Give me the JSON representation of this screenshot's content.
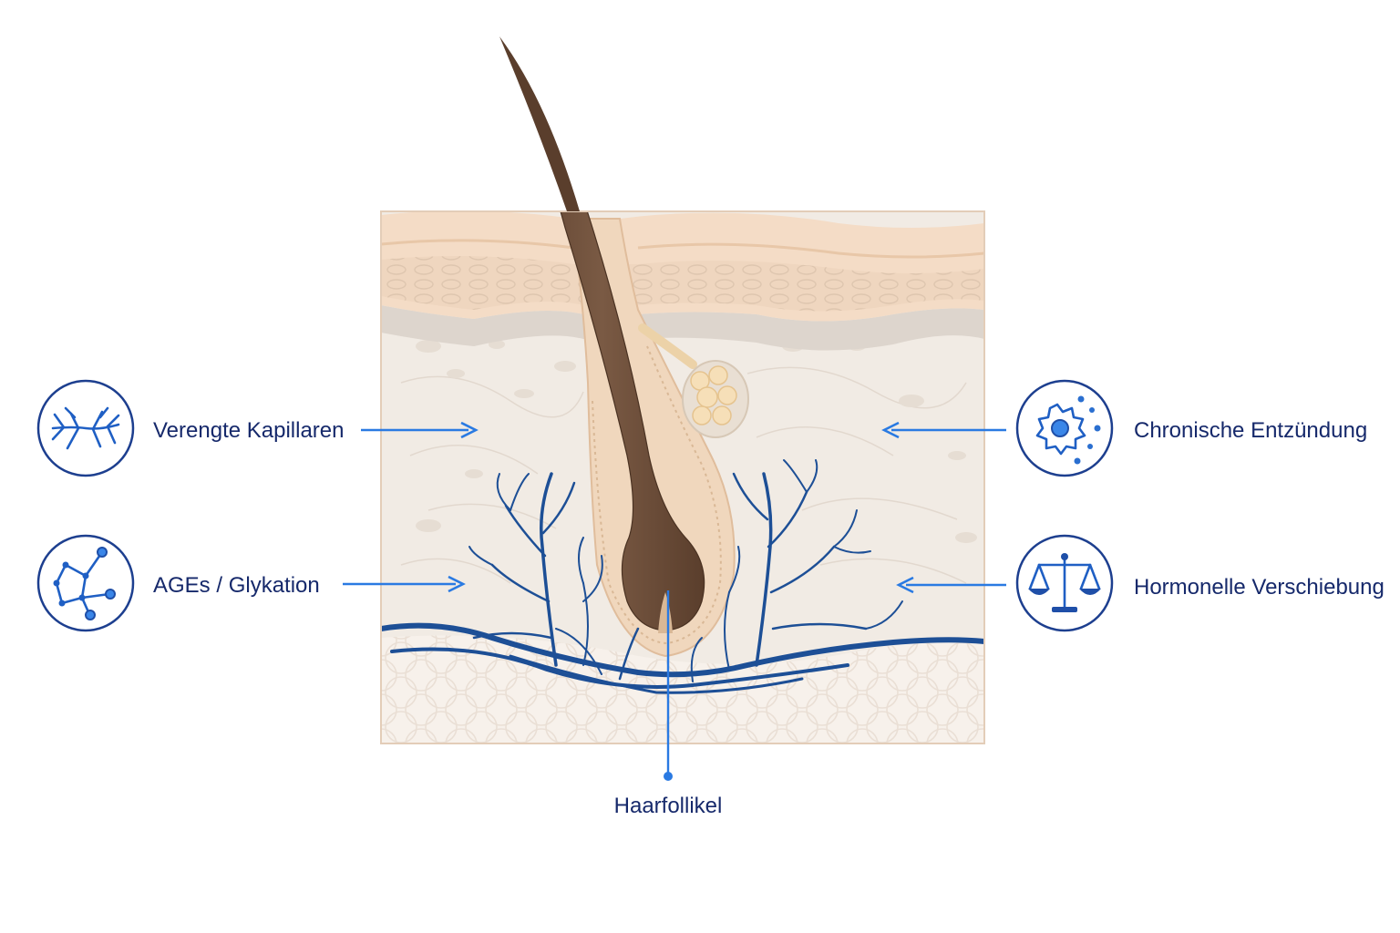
{
  "labels": {
    "capillaries": "Verengte Kapillaren",
    "ages": "AGEs / Glykation",
    "inflammation": "Chronische Entzündung",
    "hormonal": "Hormonelle Verschiebung",
    "follicle": "Haarfollikel"
  },
  "icons": {
    "capillaries": "capillary-network-icon",
    "ages": "molecule-icon",
    "inflammation": "inflamed-cell-icon",
    "hormonal": "balance-scale-icon"
  },
  "colors": {
    "label_text": "#16296b",
    "arrow": "#2a7ae2",
    "vessel": "#1d4f96",
    "hair": "#6b4c38",
    "skin_epidermis": "#f3d9c3",
    "skin_dermis": "#f1ebe4",
    "fat_layer": "#f6f0ea",
    "sebaceous_gland": "#f6dfb8"
  }
}
